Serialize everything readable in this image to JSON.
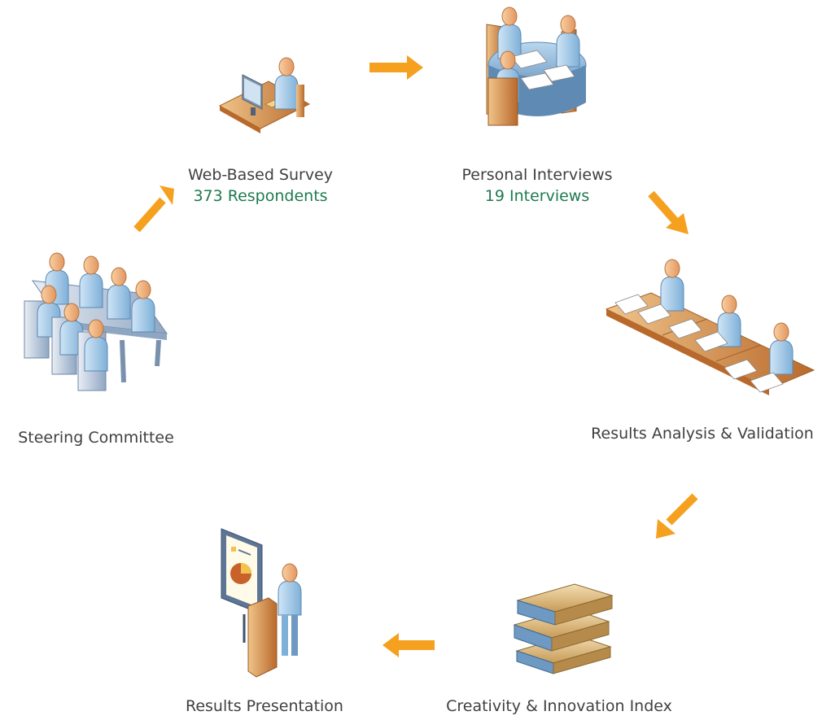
{
  "steps": [
    {
      "id": "steering",
      "title": "Steering Committee",
      "subtitle": "",
      "icon": "meeting-table-icon"
    },
    {
      "id": "survey",
      "title": "Web-Based Survey",
      "subtitle": "373 Respondents",
      "icon": "computer-user-icon"
    },
    {
      "id": "interviews",
      "title": "Personal Interviews",
      "subtitle": "19 Interviews",
      "icon": "round-table-meeting-icon"
    },
    {
      "id": "analysis",
      "title": "Results Analysis & Validation",
      "subtitle": "",
      "icon": "desk-workers-icon"
    },
    {
      "id": "index",
      "title": "Creativity & Innovation Index",
      "subtitle": "",
      "icon": "stacked-books-icon"
    },
    {
      "id": "presentation",
      "title": "Results Presentation",
      "subtitle": "",
      "icon": "presenter-podium-icon"
    }
  ],
  "colors": {
    "arrow": "#F5A11F",
    "label": "#404040",
    "sublabel": "#1F7A4F",
    "person": "#9FC7E8",
    "skin": "#F2B37E",
    "desk": "#E8C787",
    "book": "#D9B678"
  }
}
